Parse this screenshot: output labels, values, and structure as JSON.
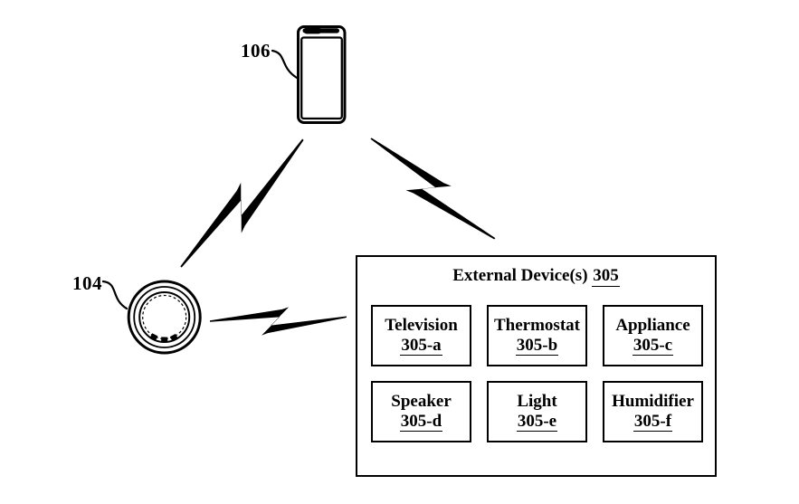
{
  "figure": {
    "colors": {
      "ink": "#000000",
      "background": "#ffffff"
    },
    "phone_ref": "106",
    "ring_ref": "104",
    "panel": {
      "title": "External Device(s)",
      "title_ref": "305",
      "devices": [
        {
          "name": "Television",
          "ref": "305-a"
        },
        {
          "name": "Thermostat",
          "ref": "305-b"
        },
        {
          "name": "Appliance",
          "ref": "305-c"
        },
        {
          "name": "Speaker",
          "ref": "305-d"
        },
        {
          "name": "Light",
          "ref": "305-e"
        },
        {
          "name": "Humidifier",
          "ref": "305-f"
        }
      ]
    }
  }
}
